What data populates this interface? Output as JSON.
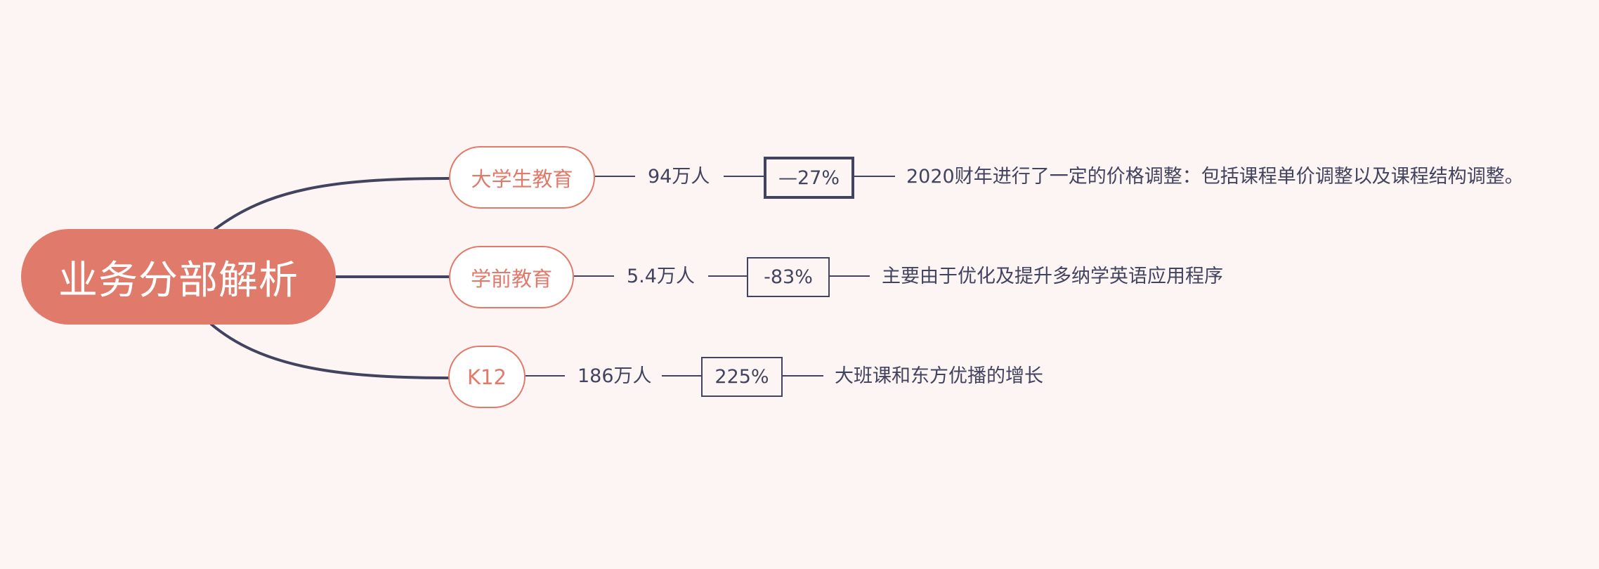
{
  "colors": {
    "background": "#fdf5f3",
    "accent": "#e07a6a",
    "line": "#41435f",
    "node_fill": "#ffffff"
  },
  "root": {
    "label": "业务分部解析"
  },
  "branches": [
    {
      "label": "大学生教育",
      "students": "94万人",
      "change": "—27%",
      "description": "2020财年进行了一定的价格调整：包括课程单价调整以及课程结构调整。",
      "selected": true
    },
    {
      "label": "学前教育",
      "students": "5.4万人",
      "change": "-83%",
      "description": "主要由于优化及提升多纳学英语应用程序",
      "selected": false
    },
    {
      "label": "K12",
      "students": "186万人",
      "change": "225%",
      "description": "大班课和东方优播的增长",
      "selected": false
    }
  ]
}
